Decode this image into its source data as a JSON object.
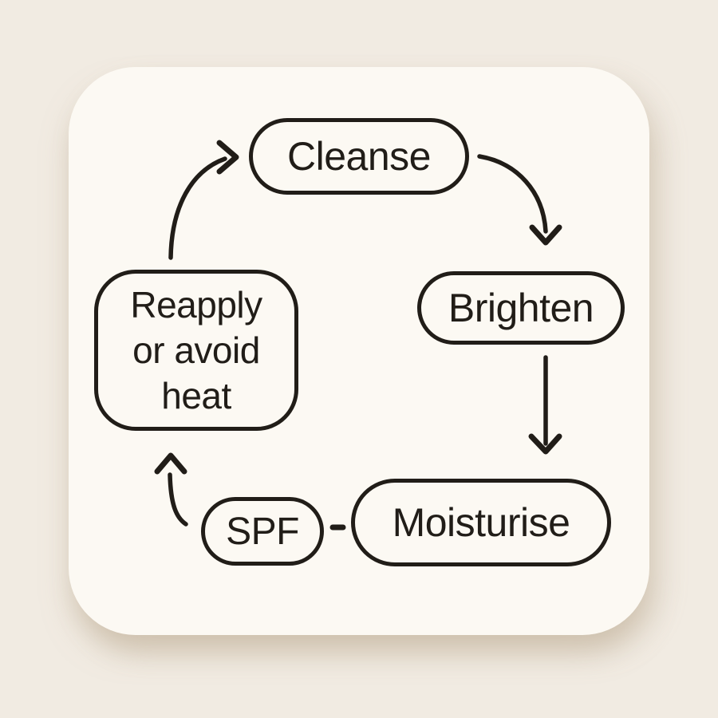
{
  "app": {
    "type": "flowchart",
    "colors": {
      "page_background": "#f1ebe2",
      "card_background": "#fcf9f3",
      "stroke": "#211d18",
      "text": "#211d18"
    }
  },
  "diagram": {
    "nodes": {
      "cleanse": {
        "label": "Cleanse"
      },
      "brighten": {
        "label": "Brighten"
      },
      "moisturise": {
        "label": "Moisturise"
      },
      "spf": {
        "label": "SPF"
      },
      "reapply": {
        "label": "Reapply or avoid heat",
        "lines": [
          "Reapply",
          "or avoid",
          "heat"
        ]
      }
    },
    "edges": [
      {
        "from": "cleanse",
        "to": "brighten",
        "type": "curved-arrow"
      },
      {
        "from": "brighten",
        "to": "moisturise",
        "type": "straight-arrow"
      },
      {
        "from": "moisturise",
        "to": "spf",
        "type": "plain-connector"
      },
      {
        "from": "spf",
        "to": "reapply",
        "type": "curved-arrow"
      },
      {
        "from": "reapply",
        "to": "cleanse",
        "type": "curved-arrow"
      }
    ]
  }
}
